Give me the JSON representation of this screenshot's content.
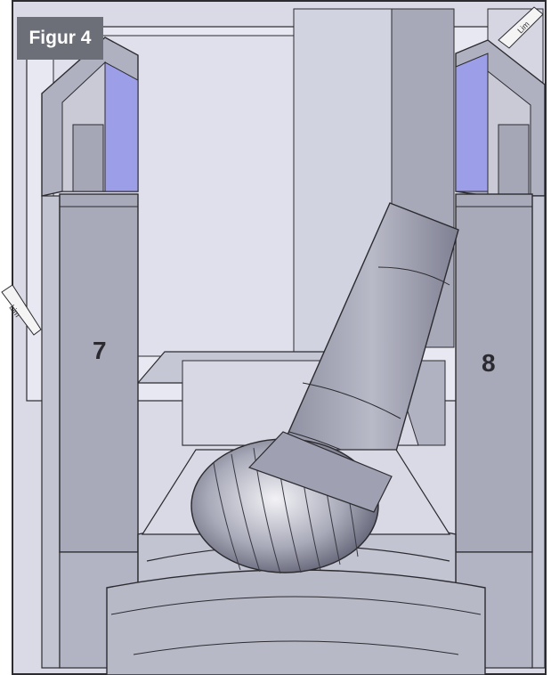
{
  "figure": {
    "label": "Figur 4"
  },
  "parts": {
    "left": "7",
    "right": "8"
  },
  "glue": {
    "left": "Lim",
    "right": "Lim"
  },
  "colors": {
    "outline": "#2b2b30",
    "panel_light": "#c9cad6",
    "panel_mid": "#a6a7b6",
    "panel_dark": "#8b8c9d",
    "accent": "#9c9ee8"
  }
}
